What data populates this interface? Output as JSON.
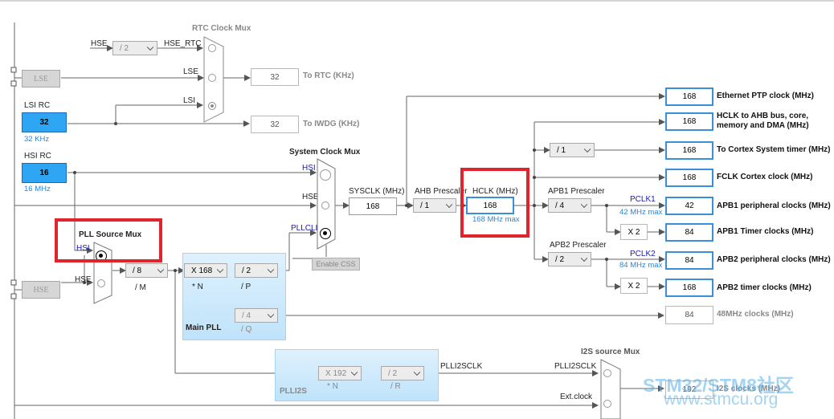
{
  "rtc_mux": {
    "title": "RTC Clock Mux",
    "in_hse": "HSE",
    "in_hse_rtc": "HSE_RTC",
    "in_lse": "LSE",
    "in_lsi": "LSI",
    "div": "/ 2",
    "out_value": "32",
    "out_label": "To RTC (KHz)"
  },
  "lse": {
    "label": "LSE"
  },
  "lsi_rc": {
    "title": "LSI RC",
    "value": "32",
    "hint": "32 KHz"
  },
  "iwdg": {
    "value": "32",
    "label": "To IWDG (KHz)"
  },
  "hsi_rc": {
    "title": "HSI RC",
    "value": "16",
    "hint": "16 MHz"
  },
  "hse": {
    "label": "HSE"
  },
  "sys_mux": {
    "title": "System Clock Mux",
    "in_hsi": "HSI",
    "in_hse": "HSE",
    "in_pllclk": "PLLCLK",
    "enable_css": "Enable CSS"
  },
  "sysclk": {
    "label": "SYSCLK (MHz)",
    "value": "168"
  },
  "ahb": {
    "label": "AHB Prescaler",
    "value": "/ 1"
  },
  "hclk": {
    "label": "HCLK (MHz)",
    "value": "168",
    "hint": "168 MHz max"
  },
  "apb1": {
    "label": "APB1 Prescaler",
    "value": "/ 4",
    "pclk": "PCLK1",
    "hint": "42 MHz max",
    "x2": "X 2"
  },
  "apb2": {
    "label": "APB2 Prescaler",
    "value": "/ 2",
    "pclk": "PCLK2",
    "hint": "84 MHz max",
    "x2": "X 2"
  },
  "cortex_div": {
    "value": "/ 1"
  },
  "pll_src": {
    "title": "PLL Source Mux",
    "in_hsi": "HSI",
    "in_hse": "HSE"
  },
  "pllm": {
    "value": "/ 8",
    "label": "/ M"
  },
  "main_pll": {
    "title": "Main PLL",
    "n_value": "X 168",
    "n_label": "* N",
    "p_value": "/ 2",
    "p_label": "/ P",
    "q_value": "/ 4",
    "q_label": "/ Q"
  },
  "plli2s": {
    "title": "PLLI2S",
    "n_value": "X 192",
    "n_label": "* N",
    "r_value": "/ 2",
    "r_label": "/ R",
    "out": "PLLI2SCLK"
  },
  "i2s_mux": {
    "title": "I2S source Mux",
    "in_plli2sclk": "PLLI2SCLK",
    "in_ext": "Ext.clock"
  },
  "outputs": [
    {
      "value": "168",
      "label": "Ethernet PTP clock (MHz)"
    },
    {
      "value": "168",
      "label": "HCLK to AHB bus, core,",
      "label2": "memory and DMA (MHz)"
    },
    {
      "value": "168",
      "label": "To Cortex System timer (MHz)"
    },
    {
      "value": "168",
      "label": "FCLK Cortex clock (MHz)"
    },
    {
      "value": "42",
      "label": "APB1 peripheral clocks (MHz)"
    },
    {
      "value": "84",
      "label": "APB1 Timer clocks (MHz)"
    },
    {
      "value": "84",
      "label": "APB2 peripheral clocks (MHz)"
    },
    {
      "value": "168",
      "label": "APB2 timer clocks (MHz)"
    },
    {
      "value": "84",
      "label": "48MHz clocks (MHz)"
    },
    {
      "value": "192",
      "label": "I2S clocks (MHz)"
    }
  ],
  "apb1_timer_val": "84",
  "watermark": {
    "line1": "STM32/STM8社区",
    "line2": "www.stmcu.org"
  },
  "colors": {
    "accent": "#2ea6f3",
    "highlight": "#e0242e",
    "pll_region": "#c8e8fb",
    "output_border": "#3a8fd8"
  }
}
